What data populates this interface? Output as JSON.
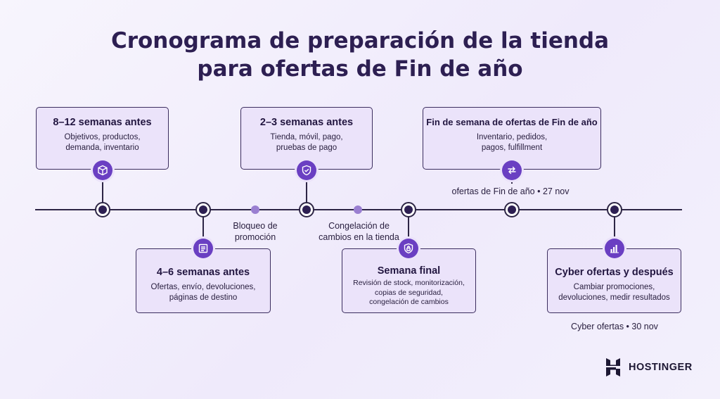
{
  "title": {
    "line1": "Cronograma de preparación de la tienda",
    "line2": "para ofertas de Fin de año"
  },
  "colors": {
    "accent": "#6a3fc2",
    "card_fill": "#ebe3fa",
    "line": "#2d2545",
    "minor_dot": "#9a7fd1"
  },
  "stages": [
    {
      "title": "8–12 semanas antes",
      "lines": [
        "Objetivos, productos,",
        "demanda, inventario"
      ],
      "icon": "box-icon"
    },
    {
      "title": "4–6 semanas antes",
      "lines": [
        "Ofertas, envío, devoluciones,",
        "páginas de destino"
      ],
      "icon": "document-icon"
    },
    {
      "title": "2–3 semanas antes",
      "lines": [
        "Tienda, móvil, pago,",
        "pruebas de pago"
      ],
      "icon": "shield-check-icon"
    },
    {
      "title": "Semana final",
      "lines": [
        "Revisión de stock, monitorización,",
        "copias de seguridad,",
        "congelación de cambios"
      ],
      "icon": "shield-lock-icon"
    },
    {
      "title": "Fin de semana de ofertas de Fin de año",
      "lines": [
        "Inventario, pedidos,",
        "pagos, fulfillment"
      ],
      "icon": "exchange-arrows-icon"
    },
    {
      "title": "Cyber ofertas y después",
      "lines": [
        "Cambiar promociones,",
        "devoluciones, medir resultados"
      ],
      "icon": "bar-chart-icon"
    }
  ],
  "milestones": [
    {
      "lines": [
        "Bloqueo de",
        "promoción"
      ]
    },
    {
      "lines": [
        "Congelación de",
        "cambios en la tienda"
      ]
    }
  ],
  "dates": {
    "black_friday": "ofertas de Fin de año • 27 nov",
    "cyber": "Cyber ofertas • 30 nov"
  },
  "brand": {
    "name": "HOSTINGER",
    "icon": "hostinger-logo-icon"
  }
}
